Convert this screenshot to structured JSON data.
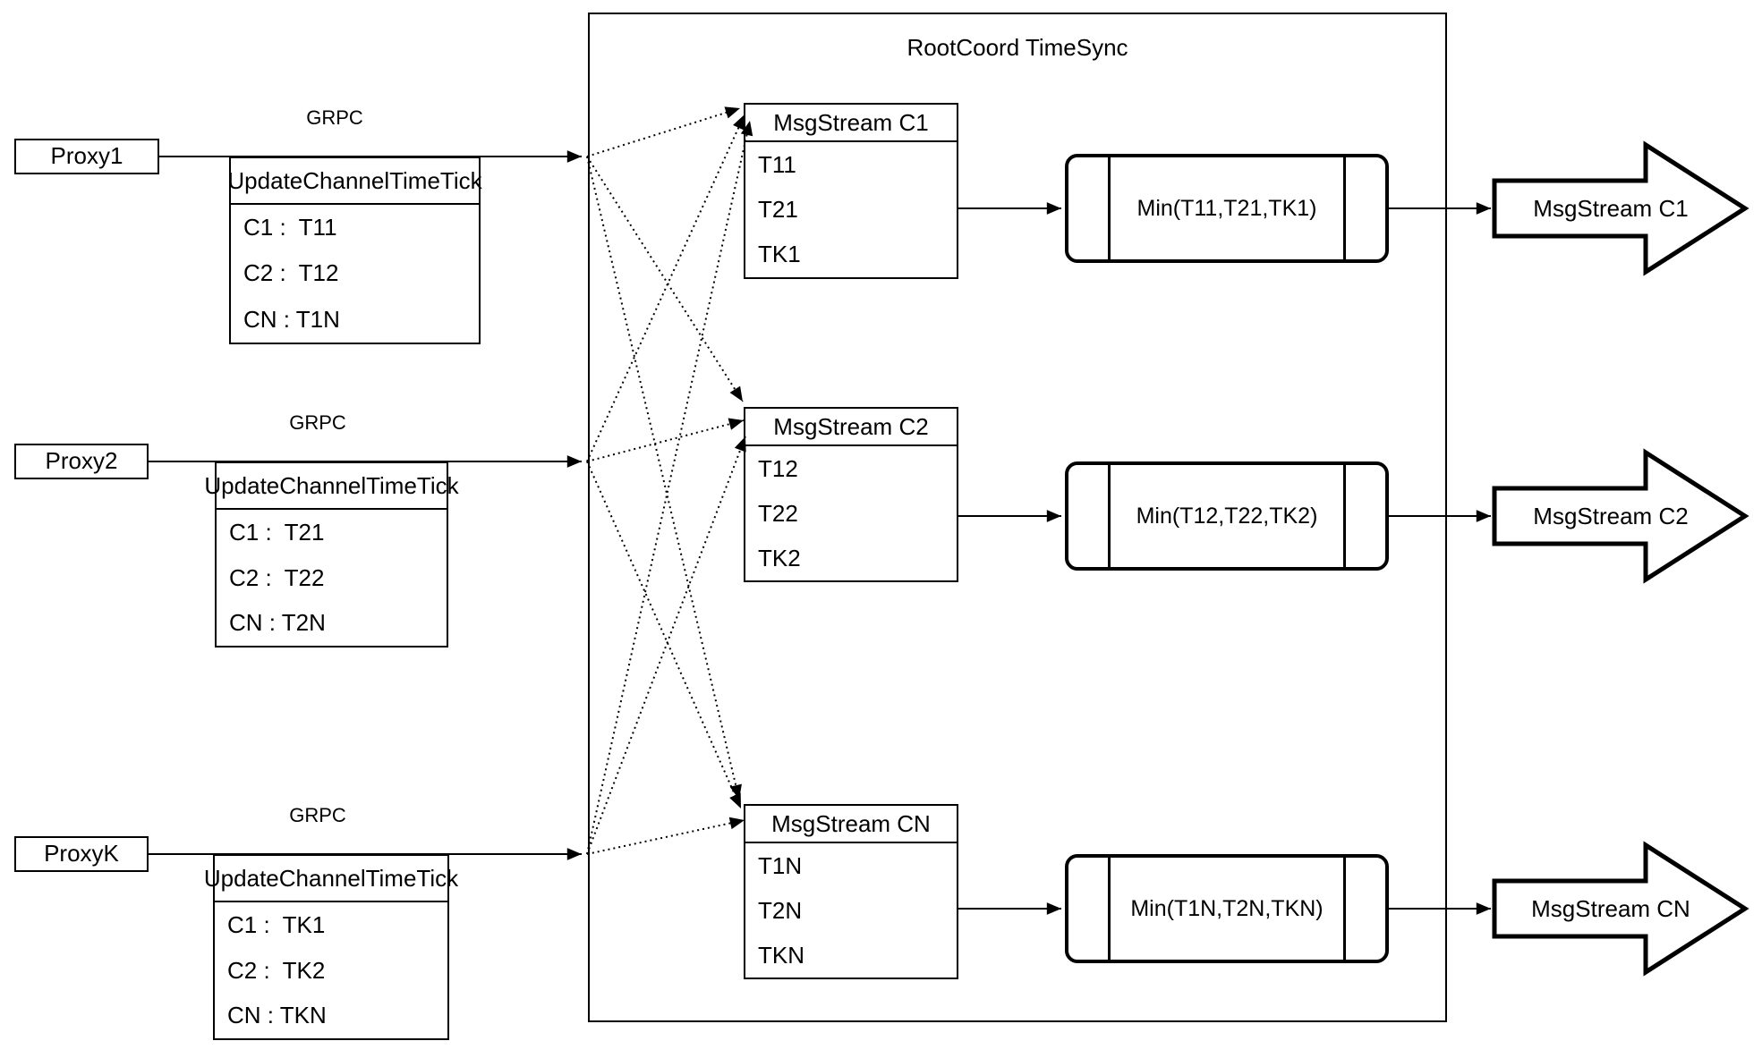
{
  "title": "RootCoord TimeSync",
  "proxies": [
    {
      "name": "Proxy1",
      "grpc": "GRPC",
      "table": {
        "header": "UpdateChannelTimeTick",
        "rows": [
          "C1 :  T11",
          "C2 :  T12",
          "CN : T1N"
        ]
      }
    },
    {
      "name": "Proxy2",
      "grpc": "GRPC",
      "table": {
        "header": "UpdateChannelTimeTick",
        "rows": [
          "C1 :  T21",
          "C2 :  T22",
          "CN : T2N"
        ]
      }
    },
    {
      "name": "ProxyK",
      "grpc": "GRPC",
      "table": {
        "header": "UpdateChannelTimeTick",
        "rows": [
          "C1 :  TK1",
          "C2 :  TK2",
          "CN : TKN"
        ]
      }
    }
  ],
  "streams": [
    {
      "header": "MsgStream C1",
      "rows": [
        "T11",
        "T21",
        "TK1"
      ],
      "min_label": "Min(T11,T21,TK1)",
      "out_label": "MsgStream C1"
    },
    {
      "header": "MsgStream C2",
      "rows": [
        "T12",
        "T22",
        "TK2"
      ],
      "min_label": "Min(T12,T22,TK2)",
      "out_label": "MsgStream C2"
    },
    {
      "header": "MsgStream CN",
      "rows": [
        "T1N",
        "T2N",
        "TKN"
      ],
      "min_label": "Min(T1N,T2N,TKN)",
      "out_label": "MsgStream CN"
    }
  ],
  "colors": {
    "stroke": "#000000",
    "background": "#ffffff",
    "text": "#000000"
  }
}
